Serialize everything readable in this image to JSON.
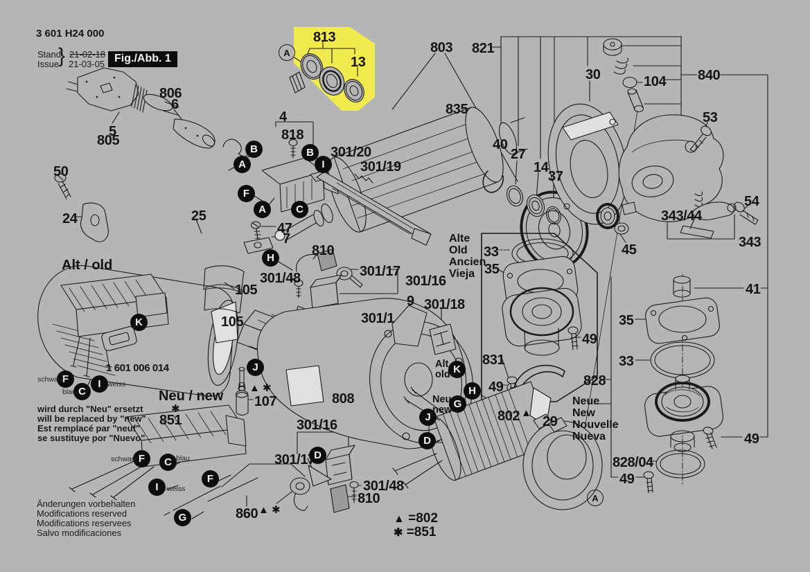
{
  "header": {
    "model_number": "3 601 H24 000",
    "stand_label": "Stand",
    "issue_label": "Issue",
    "brace": "}",
    "stand_date_old": "21-02-18",
    "issue_date": "21-03-05",
    "figure_label": "Fig./Abb. 1"
  },
  "colors": {
    "background": "#b5b5b5",
    "highlight_yellow": "#f1ea4f",
    "ink": "#1a1a1a",
    "ref_circle_black": "#0d0d0d"
  },
  "sections": {
    "alt_old_heading": "Alt / old",
    "neu_new_heading": "Neu / new",
    "alt_small": {
      "line1": "Alt",
      "line2": "old"
    },
    "neu_small": {
      "line1": "Neu",
      "line2": "new"
    },
    "alte_block": {
      "l1": "Alte",
      "l2": "Old",
      "l3": "Ancien",
      "l4": "Vieja"
    },
    "neue_block": {
      "l1": "Neue",
      "l2": "New",
      "l3": "Nouvelle",
      "l4": "Nueva"
    },
    "switch_part_number": "1 601 006 014"
  },
  "wire_labels": {
    "schwarz": "schwarz",
    "blau": "blau",
    "weiss": "weiss"
  },
  "marks": {
    "triangle": "▲",
    "star": "✱"
  },
  "legend": {
    "triangle_equals": "=802",
    "star_equals": "=851"
  },
  "notes": {
    "replacement": {
      "de": "wird durch \"Neu\" ersetzt",
      "en": "will be replaced by \"new\"",
      "fr": "Est remplacé par \"neuf\"",
      "es": "se sustituye por \"Nuevo\""
    },
    "modifications": {
      "de": "Änderungen vorbehalten",
      "en": "Modifications reserved",
      "fr": "Modifications reservees",
      "es": "Salvo modificaciones"
    }
  },
  "ref_letters": {
    "A": "A",
    "B": "B",
    "C": "C",
    "D": "D",
    "F": "F",
    "G": "G",
    "H": "H",
    "I": "I",
    "J": "J",
    "K": "K"
  },
  "callouts": {
    "a813": "813",
    "a13": "13",
    "a803": "803",
    "a835": "835",
    "a821": "821",
    "a30": "30",
    "a104": "104",
    "a840": "840",
    "a53": "53",
    "a805": "805",
    "a5": "5",
    "a806": "806",
    "a6": "6",
    "a4": "4",
    "a818": "818",
    "a301_20": "301/20",
    "a301_19": "301/19",
    "a40": "40",
    "a27": "27",
    "a14": "14",
    "a37": "37",
    "a50": "50",
    "a24": "24",
    "a25": "25",
    "a47": "47",
    "a7": "7",
    "a810t": "810",
    "a301_48t": "301/48",
    "a301_17t": "301/17",
    "a301_16t": "301/16",
    "a33o": "33",
    "a35o": "35",
    "a105a": "105",
    "a105b": "105",
    "a301_1": "301/1",
    "a9": "9",
    "a301_18": "301/18",
    "a343_44": "343/44",
    "a343": "343",
    "a54": "54",
    "a45": "45",
    "a41": "41",
    "a35n": "35",
    "a33n": "33",
    "a49a": "49",
    "a49b": "49",
    "a49c": "49",
    "a49d": "49",
    "a831": "831",
    "a828": "828",
    "a828_04": "828/04",
    "a802": "802",
    "a29": "29",
    "a808": "808",
    "a107": "107",
    "a851": "851",
    "a860": "860",
    "a301_16b": "301/16",
    "a301_17b": "301/17",
    "a301_48b": "301/48",
    "a810b": "810",
    "a1601006014": "1 601 006 014"
  }
}
